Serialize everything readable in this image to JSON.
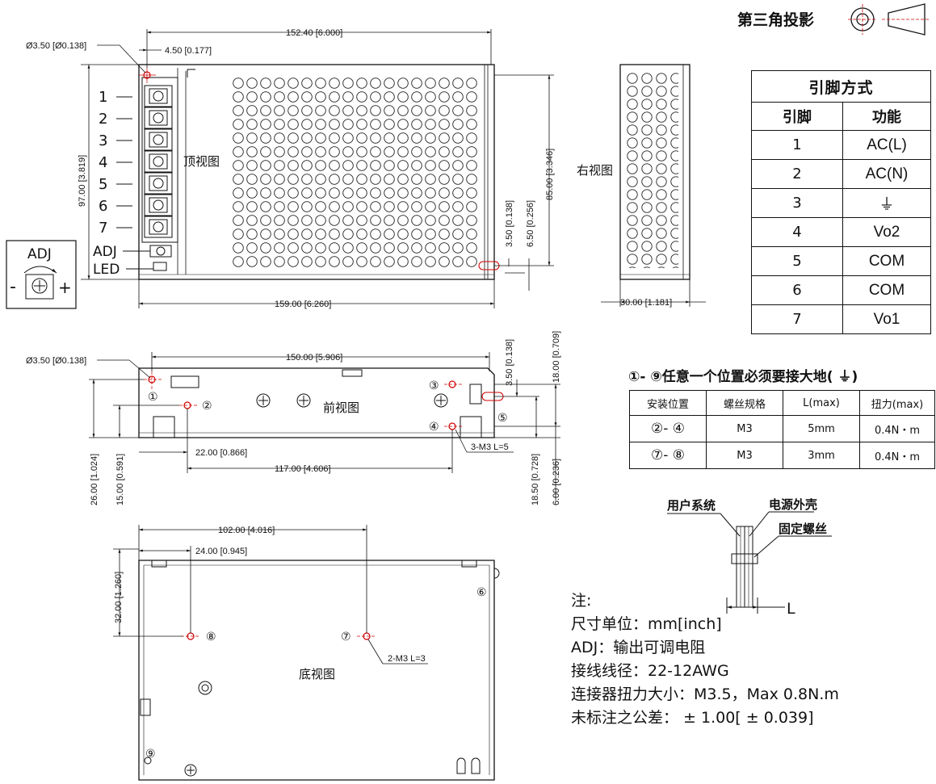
{
  "projection": {
    "label": "第三角投影"
  },
  "top_view": {
    "label": "顶视图",
    "pins": [
      "1",
      "2",
      "3",
      "4",
      "5",
      "6",
      "7"
    ],
    "adj_label": "ADJ",
    "led_label": "LED",
    "dims": {
      "hole_dia": "Ø3.50 [Ø0.138]",
      "hole_offset": "4.50 [0.177]",
      "width_top": "152.40 [6.000]",
      "height_left": "97.00 [3.819]",
      "height_right": "85.00 [3.346]",
      "right_35": "3.50 [0.138]",
      "right_65": "6.50 [0.256]",
      "width_bottom": "159.00 [6.260]"
    }
  },
  "adj_detail": {
    "label": "ADJ",
    "minus": "-",
    "plus": "+"
  },
  "right_view": {
    "label": "右视图",
    "width": "30.00 [1.181]"
  },
  "front_view": {
    "label": "前视图",
    "hole_dia": "Ø3.50 [Ø0.138]",
    "width": "150.00 [5.906]",
    "dim_22": "22.00 [0.866]",
    "dim_117": "117.00 [4.606]",
    "dim_26": "26.00 [1.024]",
    "dim_15": "15.00 [0.591]",
    "dim_35": "3.50 [0.138]",
    "dim_18": "18.00 [0.709]",
    "dim_185": "18.50 [0.728]",
    "dim_6": "6.00 [0.236]",
    "screw_note": "3-M3 L=5",
    "m1": "①",
    "m2": "②",
    "m3": "③",
    "m4": "④",
    "m5": "⑤"
  },
  "bottom_view": {
    "label": "底视图",
    "dim_102": "102.00 [4.016]",
    "dim_24": "24.00 [0.945]",
    "dim_32": "32.00 [1.260]",
    "screw_note": "2-M3 L=3",
    "m6": "⑥",
    "m7": "⑦",
    "m8": "⑧",
    "m9": "⑨"
  },
  "pin_table": {
    "title": "引脚方式",
    "headers": [
      "引脚",
      "功能"
    ],
    "rows": [
      {
        "pin": "1",
        "func": "AC(L)"
      },
      {
        "pin": "2",
        "func": "AC(N)"
      },
      {
        "pin": "3",
        "func": "⏚"
      },
      {
        "pin": "4",
        "func": "Vo2"
      },
      {
        "pin": "5",
        "func": "COM"
      },
      {
        "pin": "6",
        "func": "COM"
      },
      {
        "pin": "7",
        "func": "Vo1"
      }
    ]
  },
  "mount": {
    "note": "①- ⑨任意一个位置必须要接大地( ⏚)",
    "headers": [
      "安装位置",
      "螺丝规格",
      "L(max)",
      "扭力(max)"
    ],
    "rows": [
      {
        "pos": "②- ④",
        "spec": "M3",
        "l": "5mm",
        "torque": "0.4N・m"
      },
      {
        "pos": "⑦- ⑧",
        "spec": "M3",
        "l": "3mm",
        "torque": "0.4N・m"
      }
    ]
  },
  "screw_detail": {
    "user_system": "用户系统",
    "psu_case": "电源外壳",
    "fix_screw": "固定螺丝",
    "l_label": "L"
  },
  "notes": {
    "title": "注:",
    "lines": [
      "尺寸单位：mm[inch]",
      "ADJ：输出可调电阻",
      "接线线径：22-12AWG",
      "连接器扭力大小：M3.5，Max 0.8N.m",
      "未标注之公差： ± 1.00[ ± 0.039]"
    ]
  }
}
